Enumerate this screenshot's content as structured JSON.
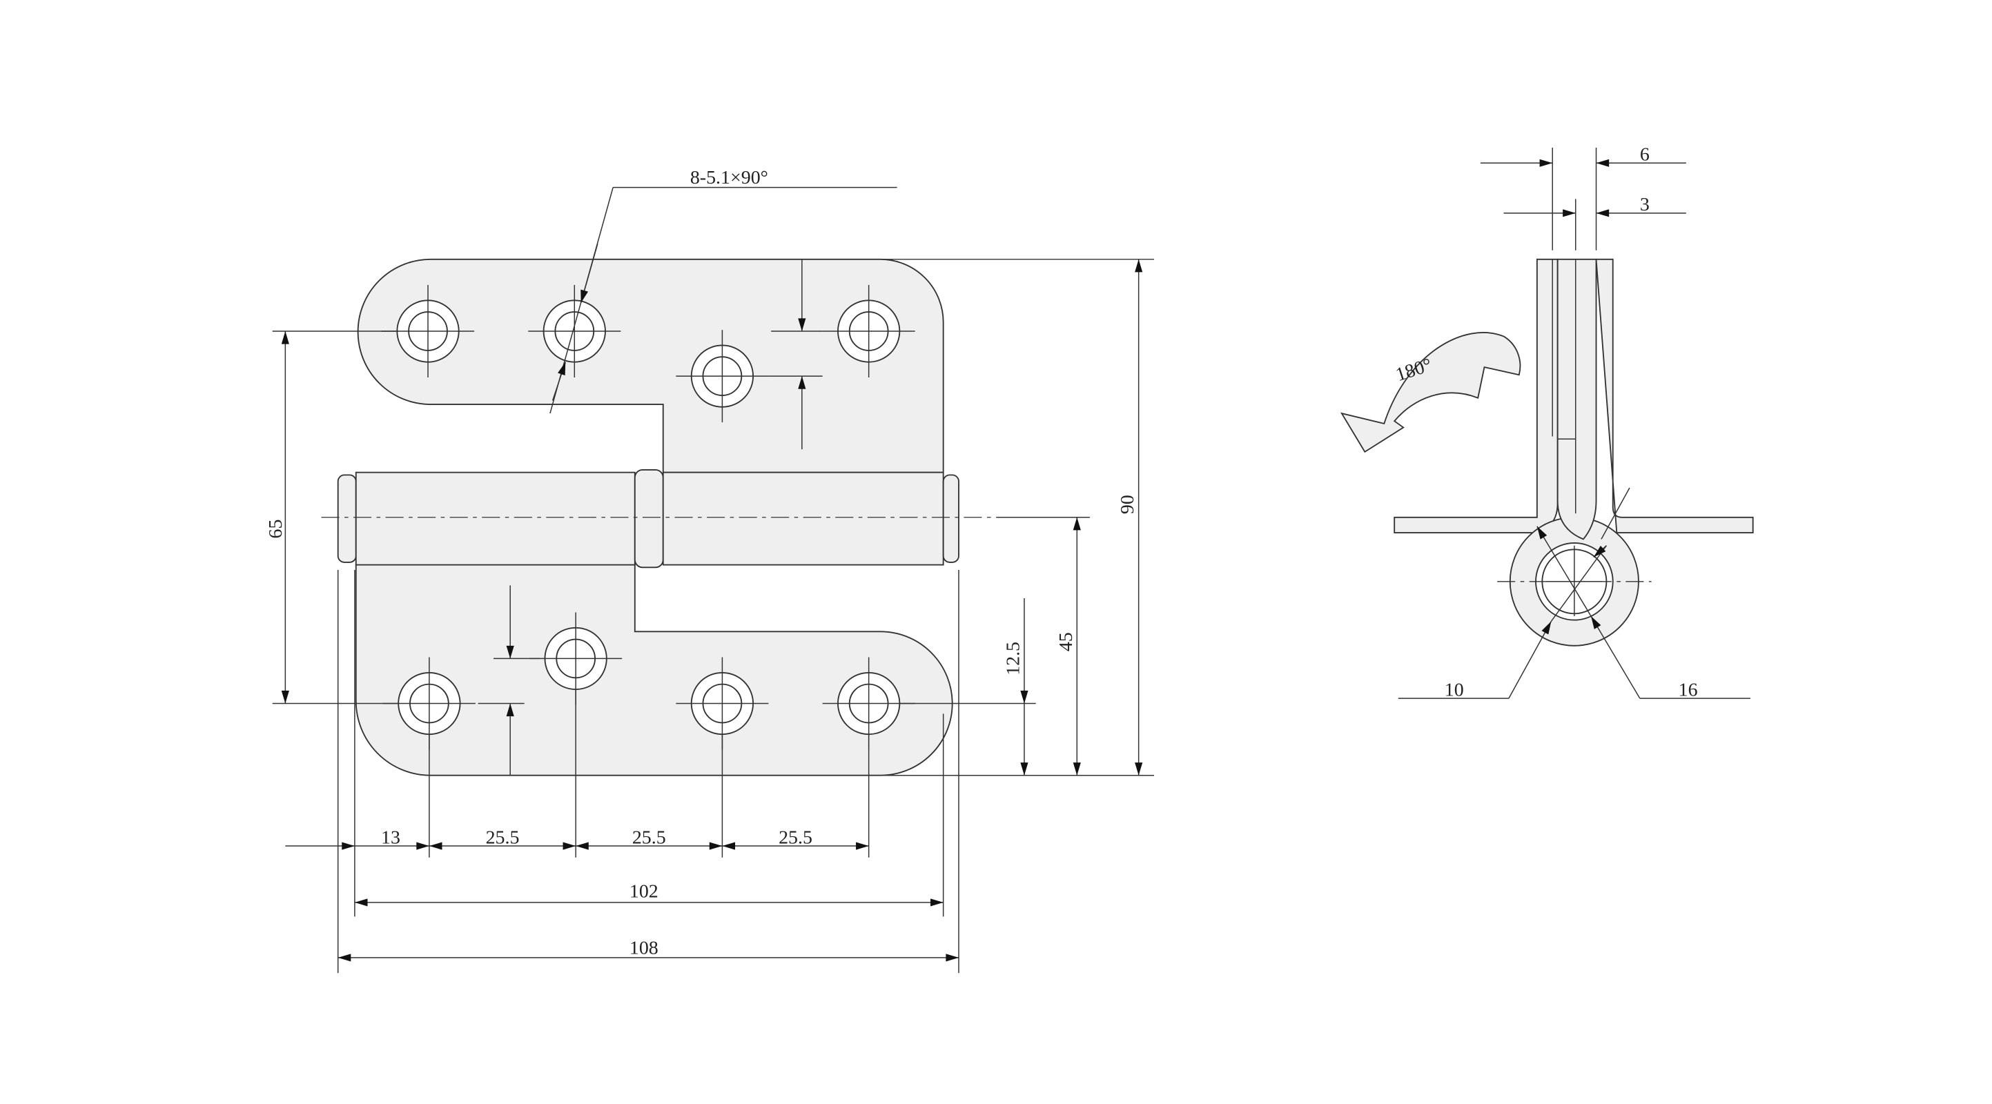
{
  "drawing": {
    "hole_callout": "8-5.1×90°",
    "dims_front": {
      "d65": "65",
      "d90": "90",
      "d45": "45",
      "d12_5": "12.5",
      "d13": "13",
      "pitch1": "25.5",
      "pitch2": "25.5",
      "pitch3": "25.5",
      "d102": "102",
      "d108": "108"
    },
    "dims_side": {
      "d6": "6",
      "d3": "3",
      "rotation": "180°",
      "d10": "10",
      "d16": "16"
    },
    "colors": {
      "fill": "#efefef",
      "line": "#333333"
    }
  }
}
